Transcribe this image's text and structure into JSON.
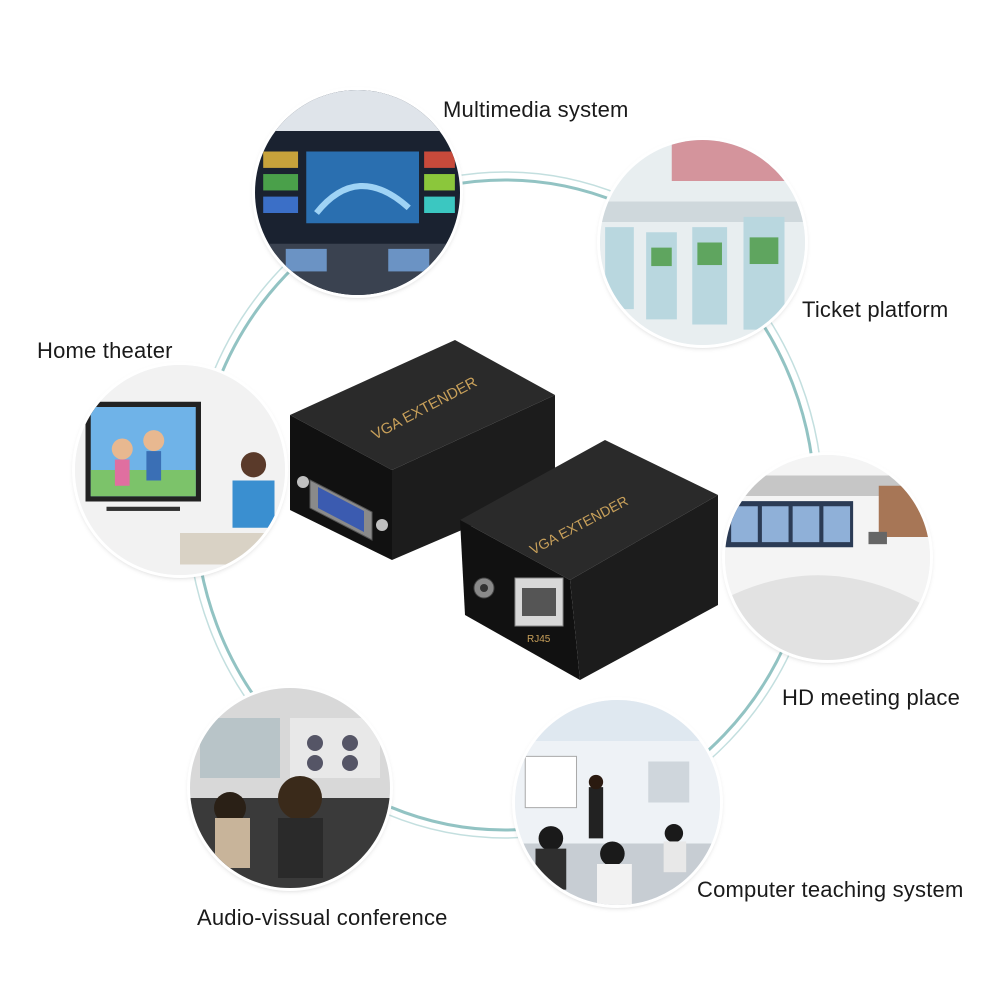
{
  "labels": {
    "multimedia": "Multimedia system",
    "ticket": "Ticket platform",
    "home": "Home theater",
    "meeting": "HD meeting place",
    "conference": "Audio-vissual conference",
    "teaching": "Computer teaching system"
  },
  "devices": {
    "top_text": "VGA EXTENDER",
    "bottom_text": "VGA EXTENDER",
    "port_label": "RJ45"
  },
  "colors": {
    "ring": "#7fb8b8",
    "device_body": "#1c1c1c",
    "device_text": "#c8a05a"
  }
}
